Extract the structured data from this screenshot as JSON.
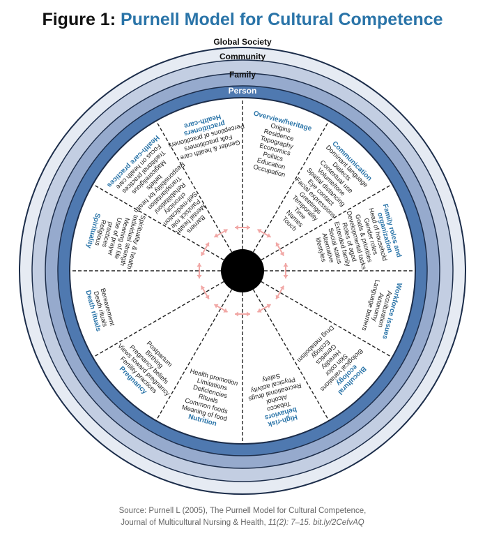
{
  "figure": {
    "title_prefix": "Figure 1: ",
    "title_main": "Purnell Model for Cultural Competence"
  },
  "rings": {
    "global_society": "Global Society",
    "community": "Community",
    "family": "Family",
    "person": "Person"
  },
  "colors": {
    "accent": "#2a74a8",
    "ring_outer": "#e6ebf3",
    "ring_community": "#c3cee2",
    "ring_family": "#96aacd",
    "ring_person": "#4f79b0",
    "arrow": "#f1a7a5",
    "center": "#000000"
  },
  "segments": [
    {
      "title": [
        "Overview/heritage"
      ],
      "items": [
        "Origins",
        "Residence",
        "Topography",
        "Economics",
        "Politics",
        "Education",
        "Occupation"
      ]
    },
    {
      "title": [
        "Communication"
      ],
      "items": [
        "Dominant language",
        "Dialects",
        "Contextual use",
        "Volume/tone",
        "Spatial distancing",
        "Eye contact",
        "Facial expressions",
        "Greetings",
        "Temporality",
        "Time",
        "Names",
        "Touch"
      ]
    },
    {
      "title": [
        "Family roles and",
        "organization"
      ],
      "items": [
        "Head of household",
        "Gender roles",
        "Goals & priorities",
        "Developmental tasks",
        "Roles of aged",
        "Extended family",
        "Social status",
        "Alternative",
        "lifestyles"
      ]
    },
    {
      "title": [
        "Workforce issues"
      ],
      "items": [
        "Acculturation",
        "Autonomy",
        "Language barriers"
      ]
    },
    {
      "title": [
        "Biocultural",
        "ecology"
      ],
      "items": [
        "Biological variations",
        "Skin color",
        "Heredity",
        "Genetics",
        "Ecology",
        "Drug metabolism"
      ]
    },
    {
      "title": [
        "High-risk",
        "behaviors"
      ],
      "items": [
        "Tobacco",
        "Alcohol",
        "Recreational drugs",
        "Physical activity",
        "Safety"
      ]
    },
    {
      "title": [
        "Nutrition"
      ],
      "items": [
        "Meaning of food",
        "Common foods",
        "Rituals",
        "Deficiencies",
        "Limitations",
        "Health promotion"
      ]
    },
    {
      "title": [
        "Pregnancy"
      ],
      "items": [
        "Fertility practices",
        "Views toward pregnancy",
        "Pregnancy beliefs",
        "Birthing",
        "Postpartum"
      ]
    },
    {
      "title": [
        "Death rituals"
      ],
      "items": [
        "Death rituals",
        "Bereavement"
      ]
    },
    {
      "title": [
        "Spirituality"
      ],
      "items": [
        "Religious",
        "practices",
        "Use of prayer",
        "Meaning of life",
        "Individual strength",
        "Spirituality & health"
      ]
    },
    {
      "title": [
        "Health-care practices"
      ],
      "items": [
        "Focus on health care",
        "Traditional practices",
        "Magicoreligious",
        "beliefs",
        "Responsibility for health",
        "Transplantation",
        "Rehabilitation/",
        "chronicity",
        "Self-medication",
        "Pain/sick role",
        "Mental health",
        "Barriers"
      ]
    },
    {
      "title": [
        "Health-care",
        "practitioners"
      ],
      "items": [
        "Perceptions of practitioners",
        "Folk practitioners",
        "Gender & health care"
      ]
    }
  ],
  "source": {
    "line1": "Source: Purnell L (2005), The Purnell Model for Cultural Competence,",
    "line2_plain": "Journal of Multicultural Nursing & Health, ",
    "line2_italic": "11(2): 7–15. bit.ly/2CefvAQ"
  }
}
